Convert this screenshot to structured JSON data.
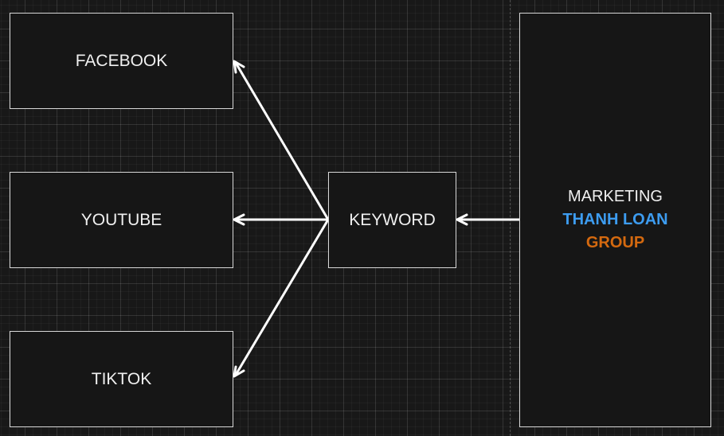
{
  "nodes": {
    "facebook": "FACEBOOK",
    "youtube": "YOUTUBE",
    "tiktok": "TIKTOK",
    "keyword": "KEYWORD",
    "group": {
      "line1": "MARKETING",
      "line2": "THANH LOAN",
      "line3": "GROUP"
    }
  },
  "colors": {
    "line2": "#3d9cf0",
    "line3": "#d4690f",
    "edge": "#ffffff"
  }
}
